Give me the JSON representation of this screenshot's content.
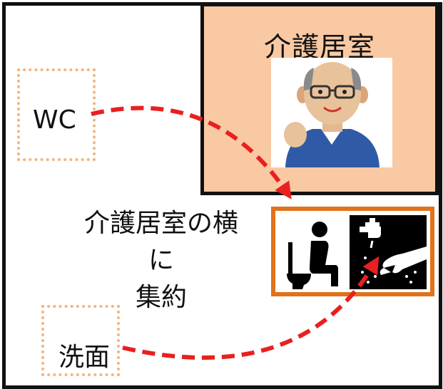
{
  "care_room": {
    "title": "介護居室",
    "figure_icon": "elderly-man-icon"
  },
  "wc": {
    "label": "WC"
  },
  "washroom": {
    "label": "洗面"
  },
  "center_note": {
    "lines": [
      "介護居室の横",
      "に",
      "集約"
    ]
  },
  "fixtures": {
    "toilet_icon": "toilet-pictogram-icon",
    "wash_icon": "handwash-pictogram-icon"
  },
  "colors": {
    "room_fill": "#f9c9a3",
    "fixture_border": "#e1721c",
    "arrow": "#e8201f",
    "dotted_box": "#f2b47c"
  }
}
